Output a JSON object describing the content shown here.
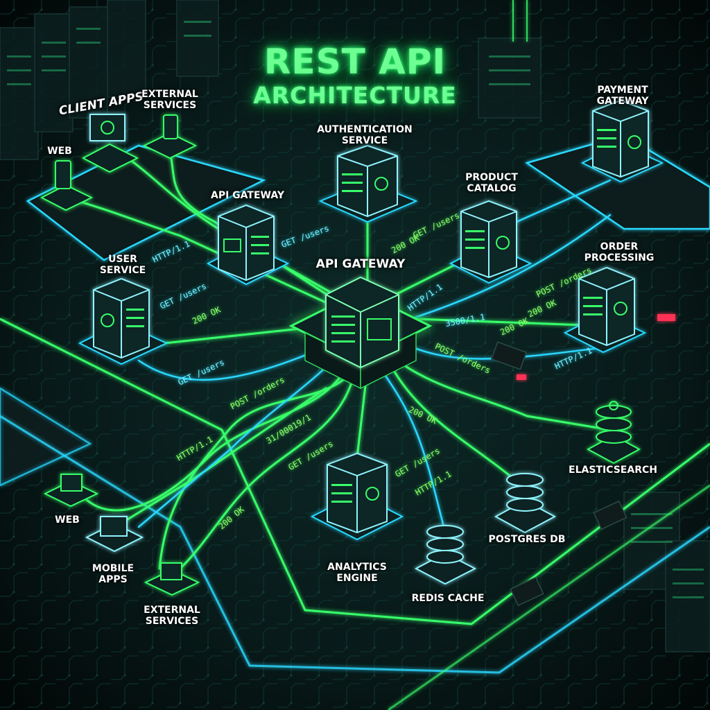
{
  "title": {
    "main": "REST API",
    "sub": "ARCHITECTURE"
  },
  "colors": {
    "green": "#39ff6a",
    "cyan": "#29d9ff",
    "bg": "#05100f",
    "label": "#ffffff"
  },
  "nodes": {
    "client_apps": "CLIENT APPS",
    "web_top": "WEB",
    "external_top": "EXTERNAL\nSERVICES",
    "auth": "AUTHENTICATION\nSERVICE",
    "payment": "PAYMENT GATEWAY",
    "product": "PRODUCT\nCATALOG",
    "api_gateway_small": "API GATEWAY",
    "api_gateway_center": "API GATEWAY",
    "user_service": "USER\nSERVICE",
    "order_processing": "ORDER\nPROCESSING",
    "elasticsearch": "ELASTICSEARCH",
    "postgres": "POSTGRES DB",
    "redis": "REDIS CACHE",
    "analytics": "ANALYTICS\nENGINE",
    "web_bottom": "WEB",
    "mobile_apps": "MOBILE\nAPPS",
    "external_bottom": "EXTERNAL\nSERVICES"
  },
  "routes": {
    "r1": "GET /users",
    "r2": "200 OK",
    "r3": "GET /users",
    "r4": "200 OK",
    "r5": "GET /users",
    "r6": "POST /orders",
    "r7": "HTTP/1.1",
    "r8": "3500/1.1",
    "r9": "POST /orders",
    "r10": "200 OK",
    "r11": "POST /orders",
    "r12": "200 OK",
    "r13": "HTTP/1.1",
    "r14": "HTTP/1.1",
    "r15": "31/00019/1",
    "r16": "GET /users",
    "r17": "GET /users",
    "r18": "HTTP/1.1",
    "r19": "200 OK",
    "r20": "GET /users",
    "r21": "200 OK",
    "r22": "HTTP/1.1"
  }
}
